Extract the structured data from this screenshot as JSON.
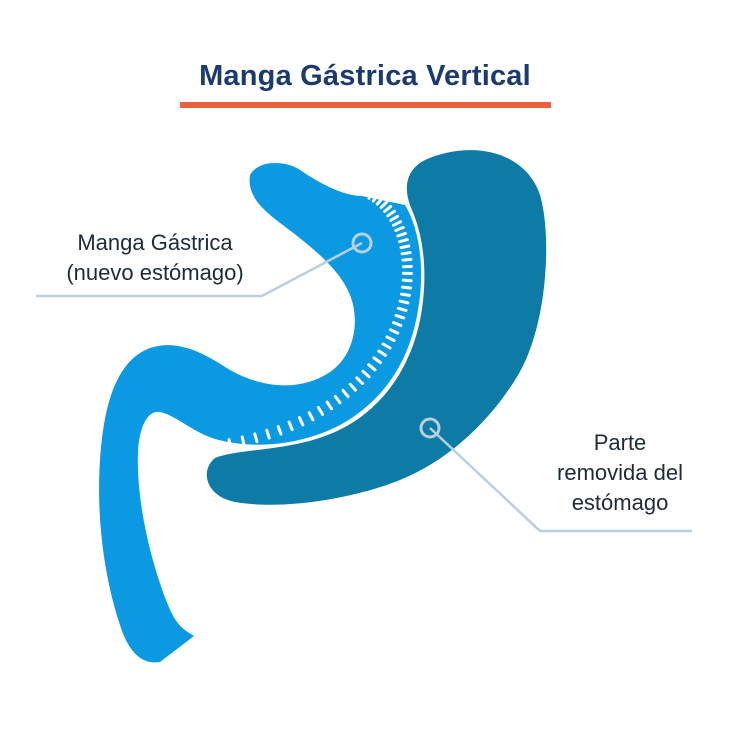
{
  "title": "Manga Gástrica Vertical",
  "labels": {
    "sleeve": [
      "Manga Gástrica",
      "(nuevo estómago)"
    ],
    "removed": [
      "Parte",
      "removida del",
      "estómago"
    ]
  },
  "colors": {
    "title": "#1b3b6f",
    "underline": "#e8623f",
    "sleeve": "#0b99e2",
    "removed": "#0e7aa6",
    "leader": "#b9cfe0",
    "text": "#1f2a38"
  }
}
